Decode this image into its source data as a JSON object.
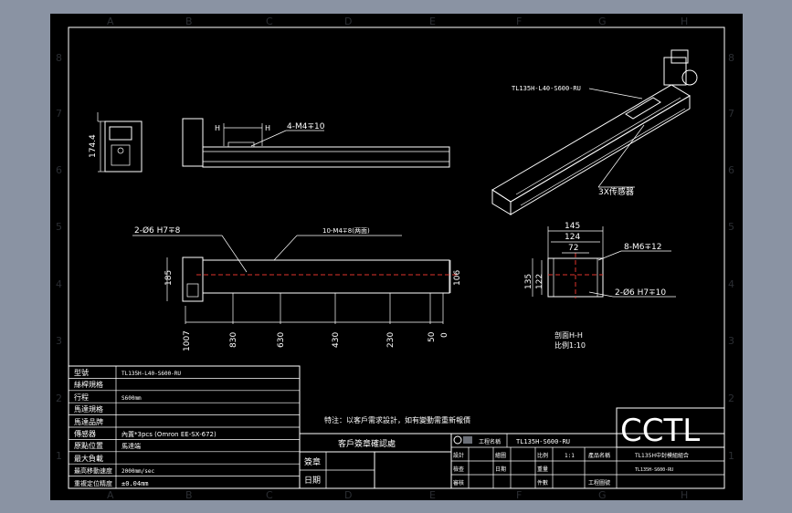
{
  "grid": {
    "cols": [
      "A",
      "B",
      "C",
      "D",
      "E",
      "F",
      "G",
      "H"
    ],
    "rows": [
      "8",
      "7",
      "6",
      "5",
      "4",
      "3",
      "2",
      "1"
    ]
  },
  "views": {
    "end_view": {
      "dim_height": "174.4"
    },
    "side_view": {
      "dim_h1": "H",
      "dim_h2": "H",
      "hole_note": "4-M4∓10"
    },
    "iso_view": {
      "model_label": "TL135H-L40-S600-RU",
      "sensor_note": "3X传感器"
    },
    "plan_view": {
      "pin_note": "2-Ø6 H7∓8",
      "thread_note": "10-M4∓8(两面)",
      "dim_left": "185",
      "dim_right": "106",
      "x_dims": [
        "1007",
        "830",
        "630",
        "430",
        "230",
        "50",
        "0"
      ]
    },
    "section_view": {
      "dims_top": [
        "145",
        "124",
        "72"
      ],
      "dims_left": [
        "135",
        "122"
      ],
      "note_thread": "8-M6∓12",
      "note_pin": "2-Ø6 H7∓10",
      "caption_1": "剖面H-H",
      "caption_2": "比例1:10"
    }
  },
  "spec_table": {
    "rows": [
      {
        "label": "型號",
        "value": "TL135H-L40-S600-RU"
      },
      {
        "label": "絲桿規格",
        "value": ""
      },
      {
        "label": "行程",
        "value": "S600mm"
      },
      {
        "label": "馬達規格",
        "value": ""
      },
      {
        "label": "馬達品牌",
        "value": ""
      },
      {
        "label": "傳感器",
        "value": "內置*3pcs (Omron EE-SX-672)"
      },
      {
        "label": "原點位置",
        "value": "馬達端"
      },
      {
        "label": "最大負載",
        "value": ""
      },
      {
        "label": "最高移動速度",
        "value": "2000mm/sec"
      },
      {
        "label": "重複定位精度",
        "value": "±0.04mm"
      }
    ]
  },
  "note": "特注：以客戶需求設計，如有變動需重新報價",
  "customer_confirm": {
    "title": "客戶簽章確認處",
    "sign_label": "簽章",
    "date_label": "日期"
  },
  "title_block": {
    "company_label": "工程名稱",
    "model": "TL135H-S600-RU",
    "brand": "CCTL",
    "product_label": "產品名稱",
    "product_name": "TL135H中封模組組合",
    "drawing_no": "TL135H-S600-RU",
    "cells": [
      "設計",
      "繪圖",
      "比例",
      "檢查",
      "日期",
      "重量",
      "審核",
      "件數",
      "工程圖號"
    ],
    "values": [
      "",
      "",
      "1:1",
      "",
      "",
      "",
      "",
      "",
      ""
    ]
  }
}
